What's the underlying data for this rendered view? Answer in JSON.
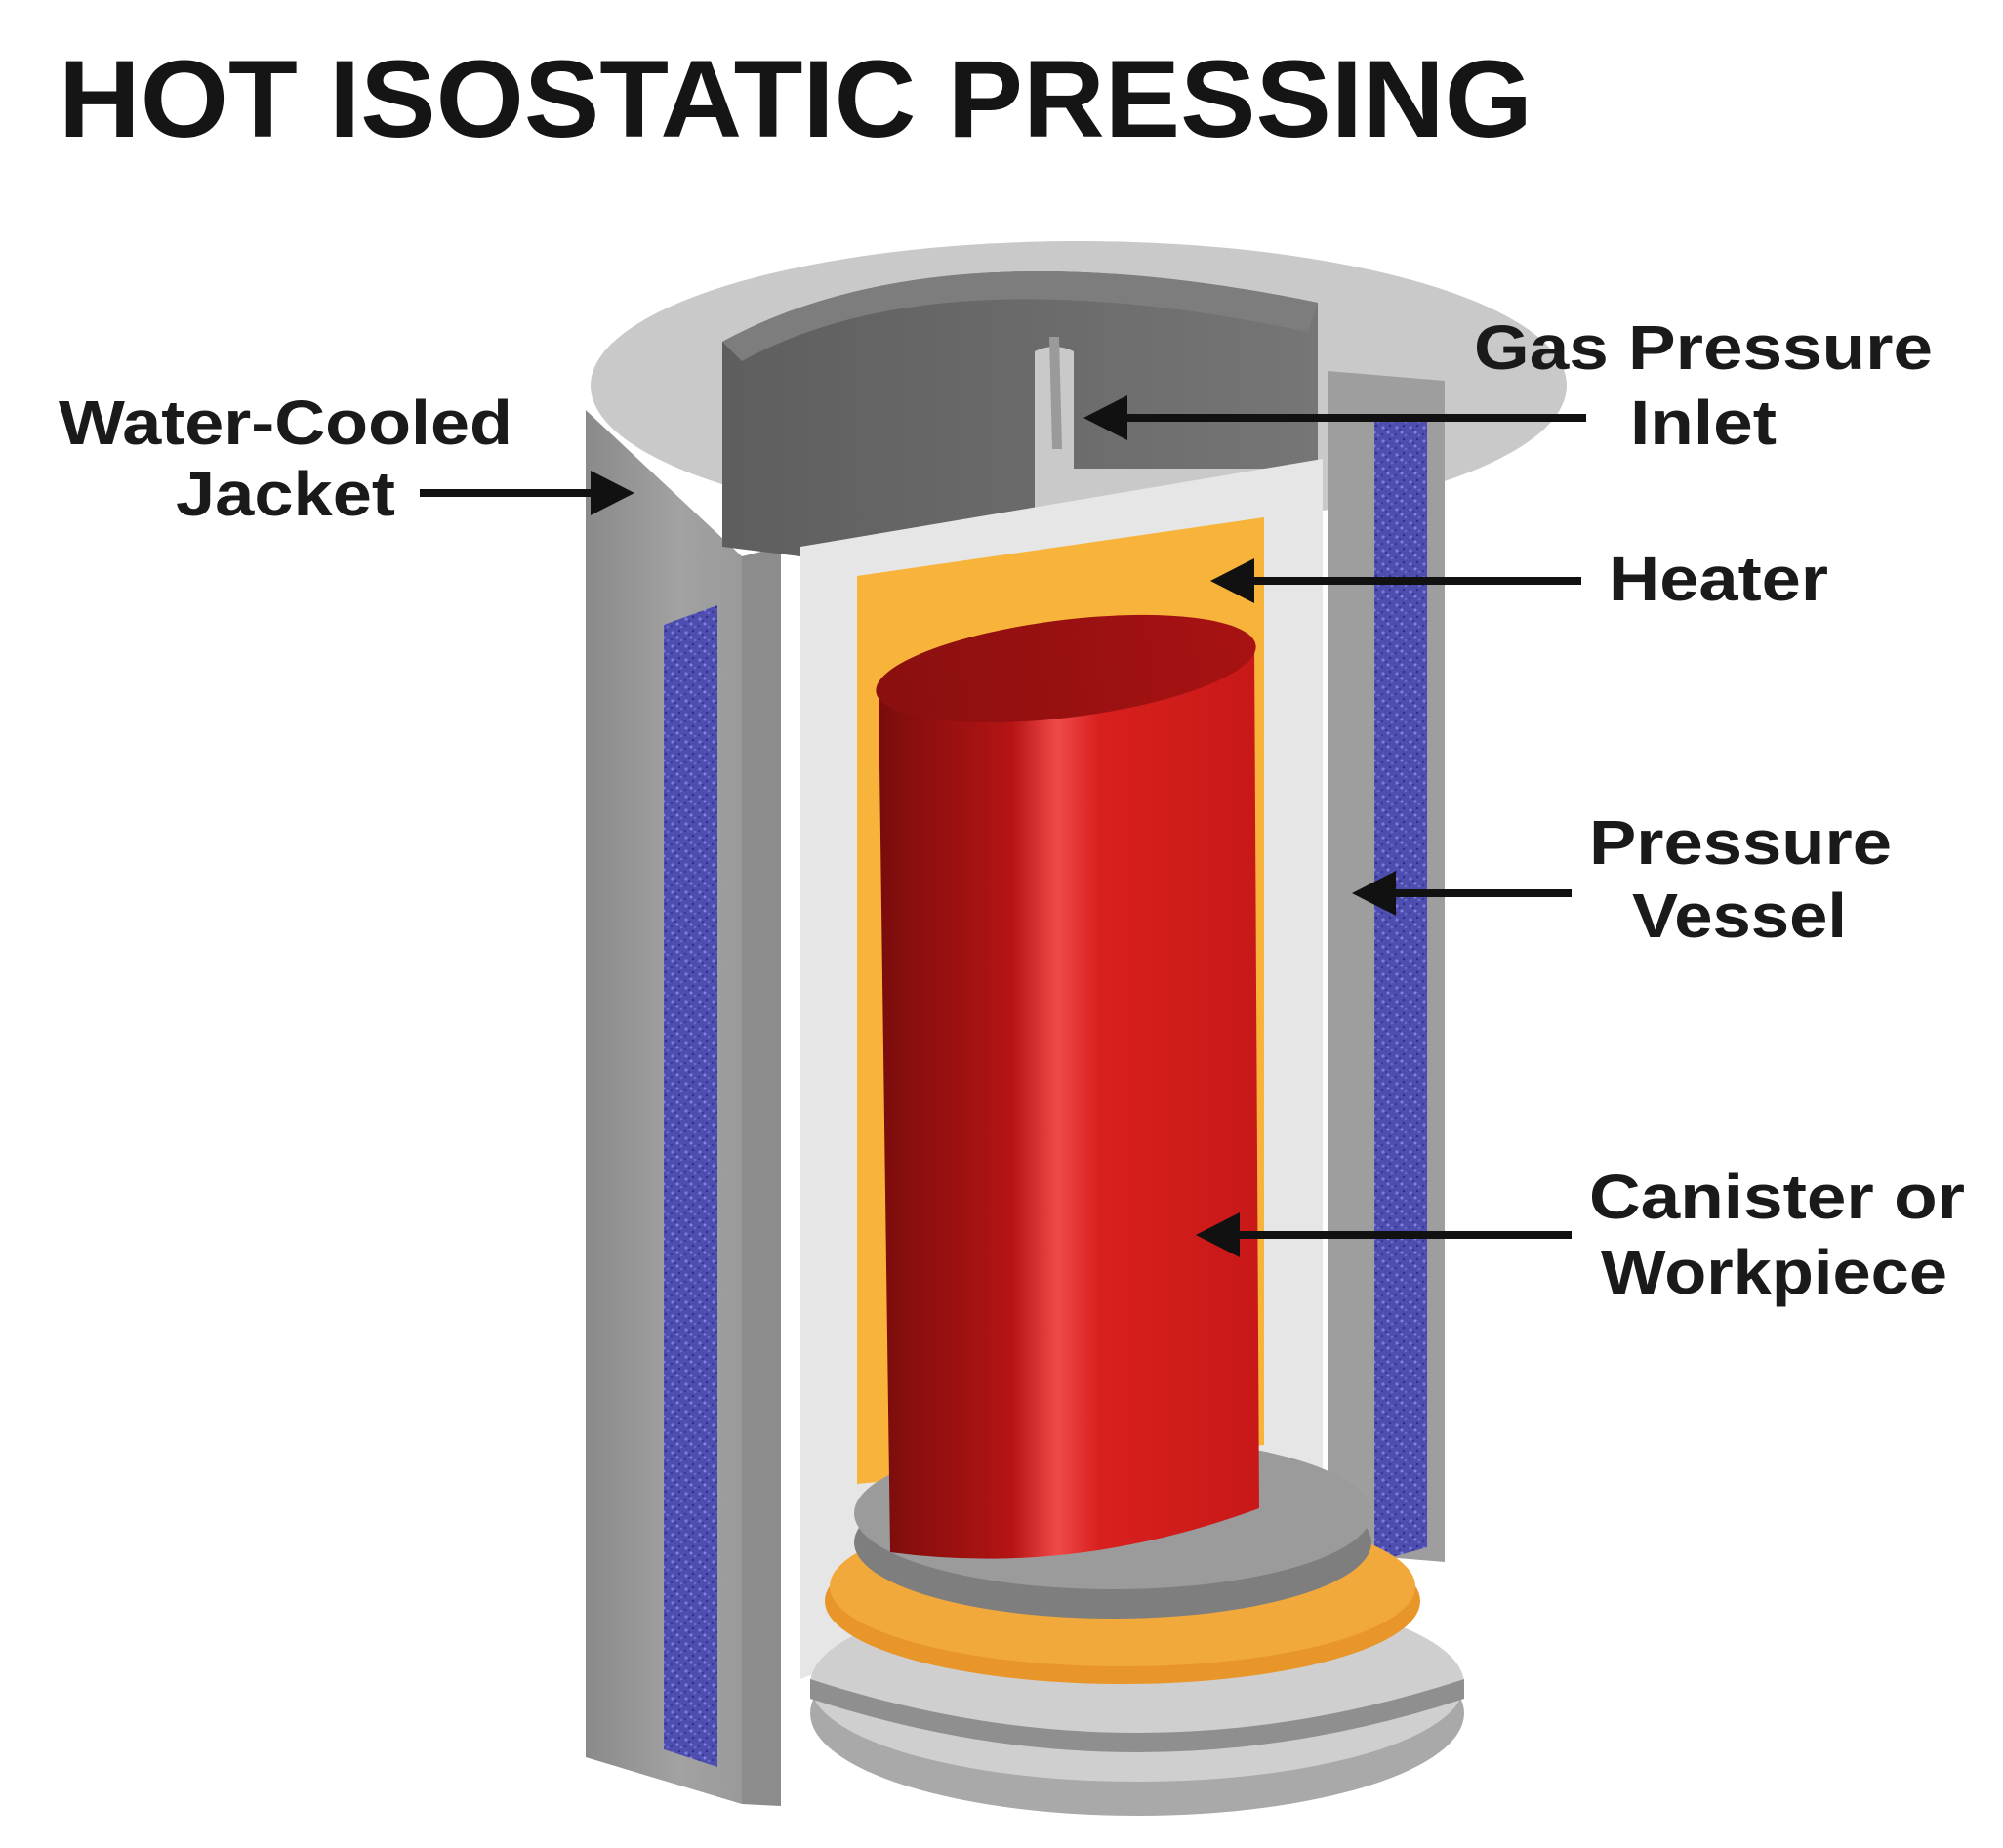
{
  "title": "HOT ISOSTATIC PRESSING",
  "labels": {
    "water_cooled_jacket": [
      "Water-Cooled",
      "Jacket"
    ],
    "gas_pressure_inlet": [
      "Gas Pressure",
      "Inlet"
    ],
    "heater": [
      "Heater"
    ],
    "pressure_vessel": [
      "Pressure",
      "Vessel"
    ],
    "canister_or_workpiece": [
      "Canister or",
      "Workpiece"
    ]
  },
  "colors": {
    "vessel_gray": "#9a9a9a",
    "lid_dark_gray": "#6a6a6a",
    "insulation_light": "#e8e8e8",
    "heater_orange": "#f7b33a",
    "workpiece_red": "#c9191a",
    "cooling_blue": "#4e4fb3"
  }
}
